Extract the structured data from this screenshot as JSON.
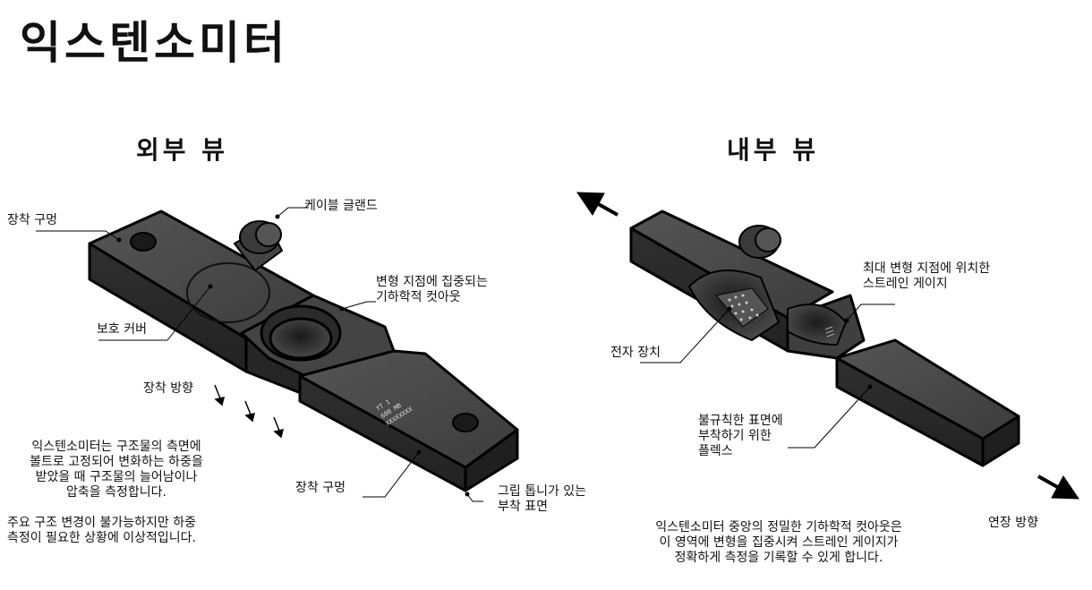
{
  "title": "익스텐소미터",
  "external_view": {
    "heading": "외부 뷰",
    "labels": {
      "mounting_hole_top": "장착 구멍",
      "cable_gland": "케이블 글랜드",
      "cutout": [
        "변형 지점에 집중되는",
        "기하학적 컷아웃"
      ],
      "protective_cover": "보호 커버",
      "mounting_direction": "장착 방향",
      "mounting_hole_bottom": "장착 구멍",
      "grip_surface": [
        "그립 톱니가 있는",
        "부착 표면"
      ]
    },
    "description_1": [
      "익스텐소미터는 구조물의 측면에",
      "볼트로 고정되어 변화하는 하중을",
      "받았을 때 구조물의 늘어남이나",
      "압축을 측정합니다."
    ],
    "description_2": [
      "주요 구조 변경이 불가능하지만 하중",
      "측정이 필요한 상황에 이상적입니다."
    ],
    "plate_text": [
      "YT 1",
      "600 MB",
      "XXXXXXXX"
    ]
  },
  "internal_view": {
    "heading": "내부 뷰",
    "labels": {
      "strain_gauge": [
        "최대 변형 지점에 위치한",
        "스트레인 게이지"
      ],
      "electronics": "전자 장치",
      "flex": [
        "불규칙한 표면에",
        "부착하기 위한",
        "플렉스"
      ],
      "extension_direction": "연장 방향"
    },
    "description": [
      "익스텐소미터 중앙의 정밀한 기하학적 컷아웃은",
      "이 영역에 변형을 집중시켜 스트레인 게이지가",
      "정확하게 측정을 기록할 수 있게 합니다."
    ]
  },
  "colors": {
    "body_dark": "#3a3a3a",
    "body_top": "#4a4a4a",
    "body_side": "#2b2b2b",
    "outline": "#000000"
  }
}
